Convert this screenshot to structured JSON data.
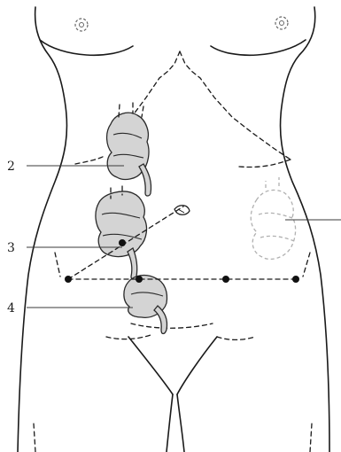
{
  "labels": {
    "l2": "2",
    "l3": "3",
    "l4": "4"
  },
  "icons": {
    "torso": "torso-outline-icon",
    "colon": "colon-segment-icon",
    "umbilicus": "umbilicus-icon"
  },
  "colors": {
    "line": "#1a1a1a",
    "organ_fill": "#d4d4d4",
    "ghost": "#b0b0b0"
  }
}
